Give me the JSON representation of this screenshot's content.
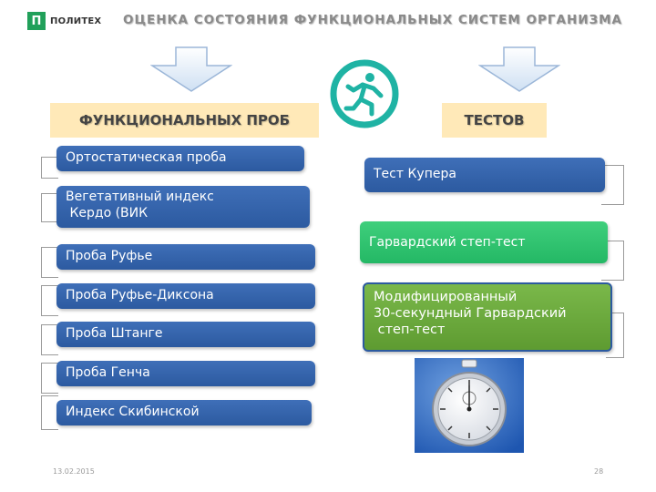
{
  "header": {
    "logo_mark": "П",
    "logo_text": "ПОЛИТЕХ",
    "title": "ОЦЕНКА  СОСТОЯНИЯ  ФУНКЦИОНАЛЬНЫХ СИСТЕМ ОРГАНИЗМА"
  },
  "left": {
    "heading": "ФУНКЦИОНАЛЬНЫХ ПРОБ",
    "items": [
      "Ортостатическая проба",
      "Вегетативный индекс",
      " Кердо (ВИК",
      "Проба Руфье",
      "Проба Руфье-Диксона",
      "Проба Штанге",
      "Проба Генча",
      "Индекс Скибинской"
    ]
  },
  "right": {
    "heading": "ТЕСТОВ",
    "items": [
      "Тест Купера",
      "Гарвардский степ-тест",
      "Модифицированный",
      "30-секундный Гарвардский",
      " степ-тест"
    ]
  },
  "colors": {
    "blue": "#2c5aa0",
    "green": "#24b865",
    "olive": "#5e9b31",
    "heading_bg": "#ffe9b8",
    "icon_teal": "#1fb3a4"
  },
  "icons": [
    "running-man-icon",
    "stopwatch-icon"
  ],
  "footer": {
    "date": "13.02.2015",
    "page": "28"
  }
}
